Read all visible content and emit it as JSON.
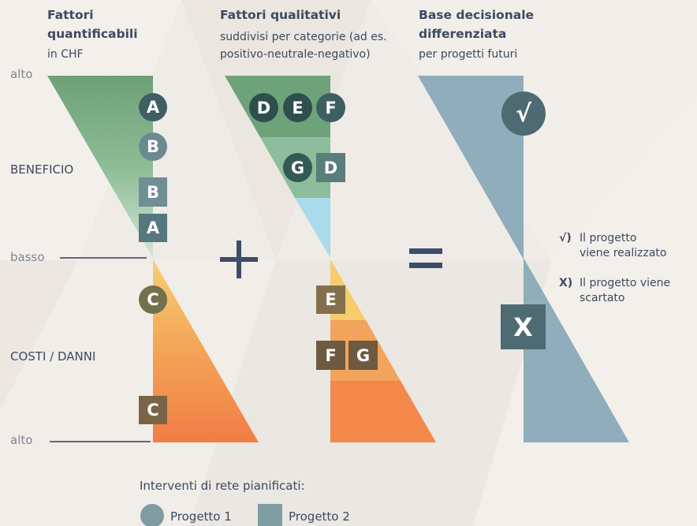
{
  "columns": {
    "quant": {
      "title_line1": "Fattori",
      "title_line2": "quantificabili",
      "subtitle": "in CHF"
    },
    "qual": {
      "title": "Fattori qualitativi",
      "subtitle_line1": "suddivisi per categorie (ad es.",
      "subtitle_line2": "positivo-neutrale-negativo)"
    },
    "base": {
      "title_line1": "Base decisionale",
      "title_line2": "differenziata",
      "subtitle": "per progetti futuri"
    }
  },
  "axis": {
    "top": "alto",
    "middle": "basso",
    "bottom": "alto",
    "upper_label": "BENEFICIO",
    "lower_label": "COSTI / DANNI"
  },
  "operators": {
    "plus": "+",
    "equals": "="
  },
  "markers": {
    "quant_A1": "A",
    "quant_B1": "B",
    "quant_B2": "B",
    "quant_A2": "A",
    "quant_C1": "C",
    "quant_C2": "C",
    "qual_D": "D",
    "qual_E": "E",
    "qual_F": "F",
    "qual_G": "G",
    "qual_D2": "D",
    "qual_E2": "E",
    "qual_F2": "F",
    "qual_G2": "G",
    "check": "√",
    "cross": "X"
  },
  "result_legend": {
    "check_symbol": "√)",
    "check_line1": "Il progetto",
    "check_line2": "viene realizzato",
    "cross_symbol": "X)",
    "cross_line1": "Il progetto viene",
    "cross_line2": "scartato"
  },
  "legend": {
    "title": "Interventi di rete pianificati:",
    "project1": "Progetto 1",
    "project2": "Progetto 2"
  },
  "colors": {
    "background": "#efebe6",
    "text": "#3b4a60",
    "benefit_green": "#6ea379",
    "cost_orange": "#f3884a",
    "project1_circle": "#3f5f64",
    "project2_square": "#567a80",
    "decision_blue": "#8fadba"
  }
}
